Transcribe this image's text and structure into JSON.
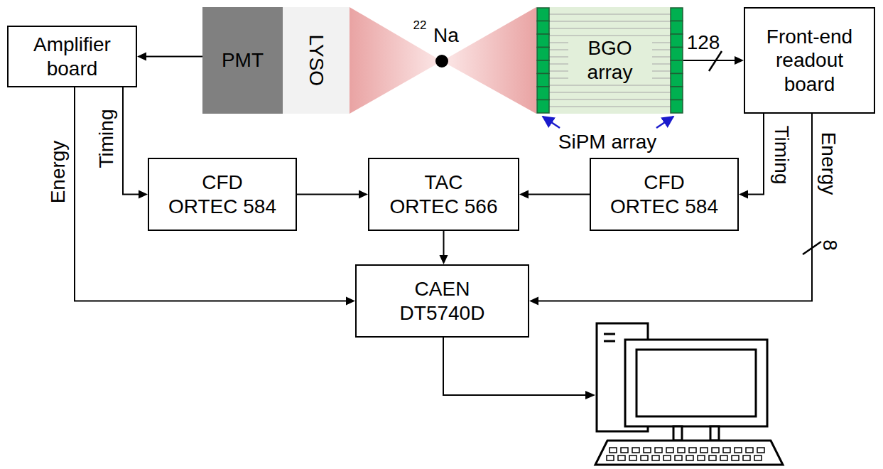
{
  "diagram": {
    "nodes": [
      {
        "text": [
          "Amplifier board"
        ]
      },
      {
        "text": [
          "PMT"
        ]
      },
      {
        "text": [
          "LYSO"
        ]
      },
      {
        "text": [
          "BGO array"
        ]
      },
      {
        "text": [
          "Front-end readout board"
        ]
      },
      {
        "text": [
          "CFD ORTEC 584"
        ]
      },
      {
        "text": [
          "TAC ORTEC 566"
        ]
      },
      {
        "text": [
          "CFD ORTEC 584"
        ]
      },
      {
        "text": [
          "CAEN DT5740D"
        ]
      }
    ],
    "edges": [
      {
        "from": 1,
        "to": 0,
        "arrow": "to"
      },
      {
        "from": 0,
        "to": 5,
        "label": "Timing",
        "arrow": "to"
      },
      {
        "from": 0,
        "to": 8,
        "label": "Energy",
        "arrow": "to"
      },
      {
        "from": 3,
        "to": 4,
        "label": "128",
        "arrow": "to"
      },
      {
        "from": 4,
        "to": 7,
        "label": "Timing",
        "arrow": "to"
      },
      {
        "from": 4,
        "to": 8,
        "label": "Energy",
        "arrow": "to"
      },
      {
        "from": 5,
        "to": 6,
        "arrow": "to"
      },
      {
        "from": 7,
        "to": 6,
        "arrow": "to"
      },
      {
        "from": 6,
        "to": 8,
        "arrow": "to"
      }
    ],
    "labels": [
      "22",
      "Na",
      "SiPM array",
      "8"
    ]
  }
}
